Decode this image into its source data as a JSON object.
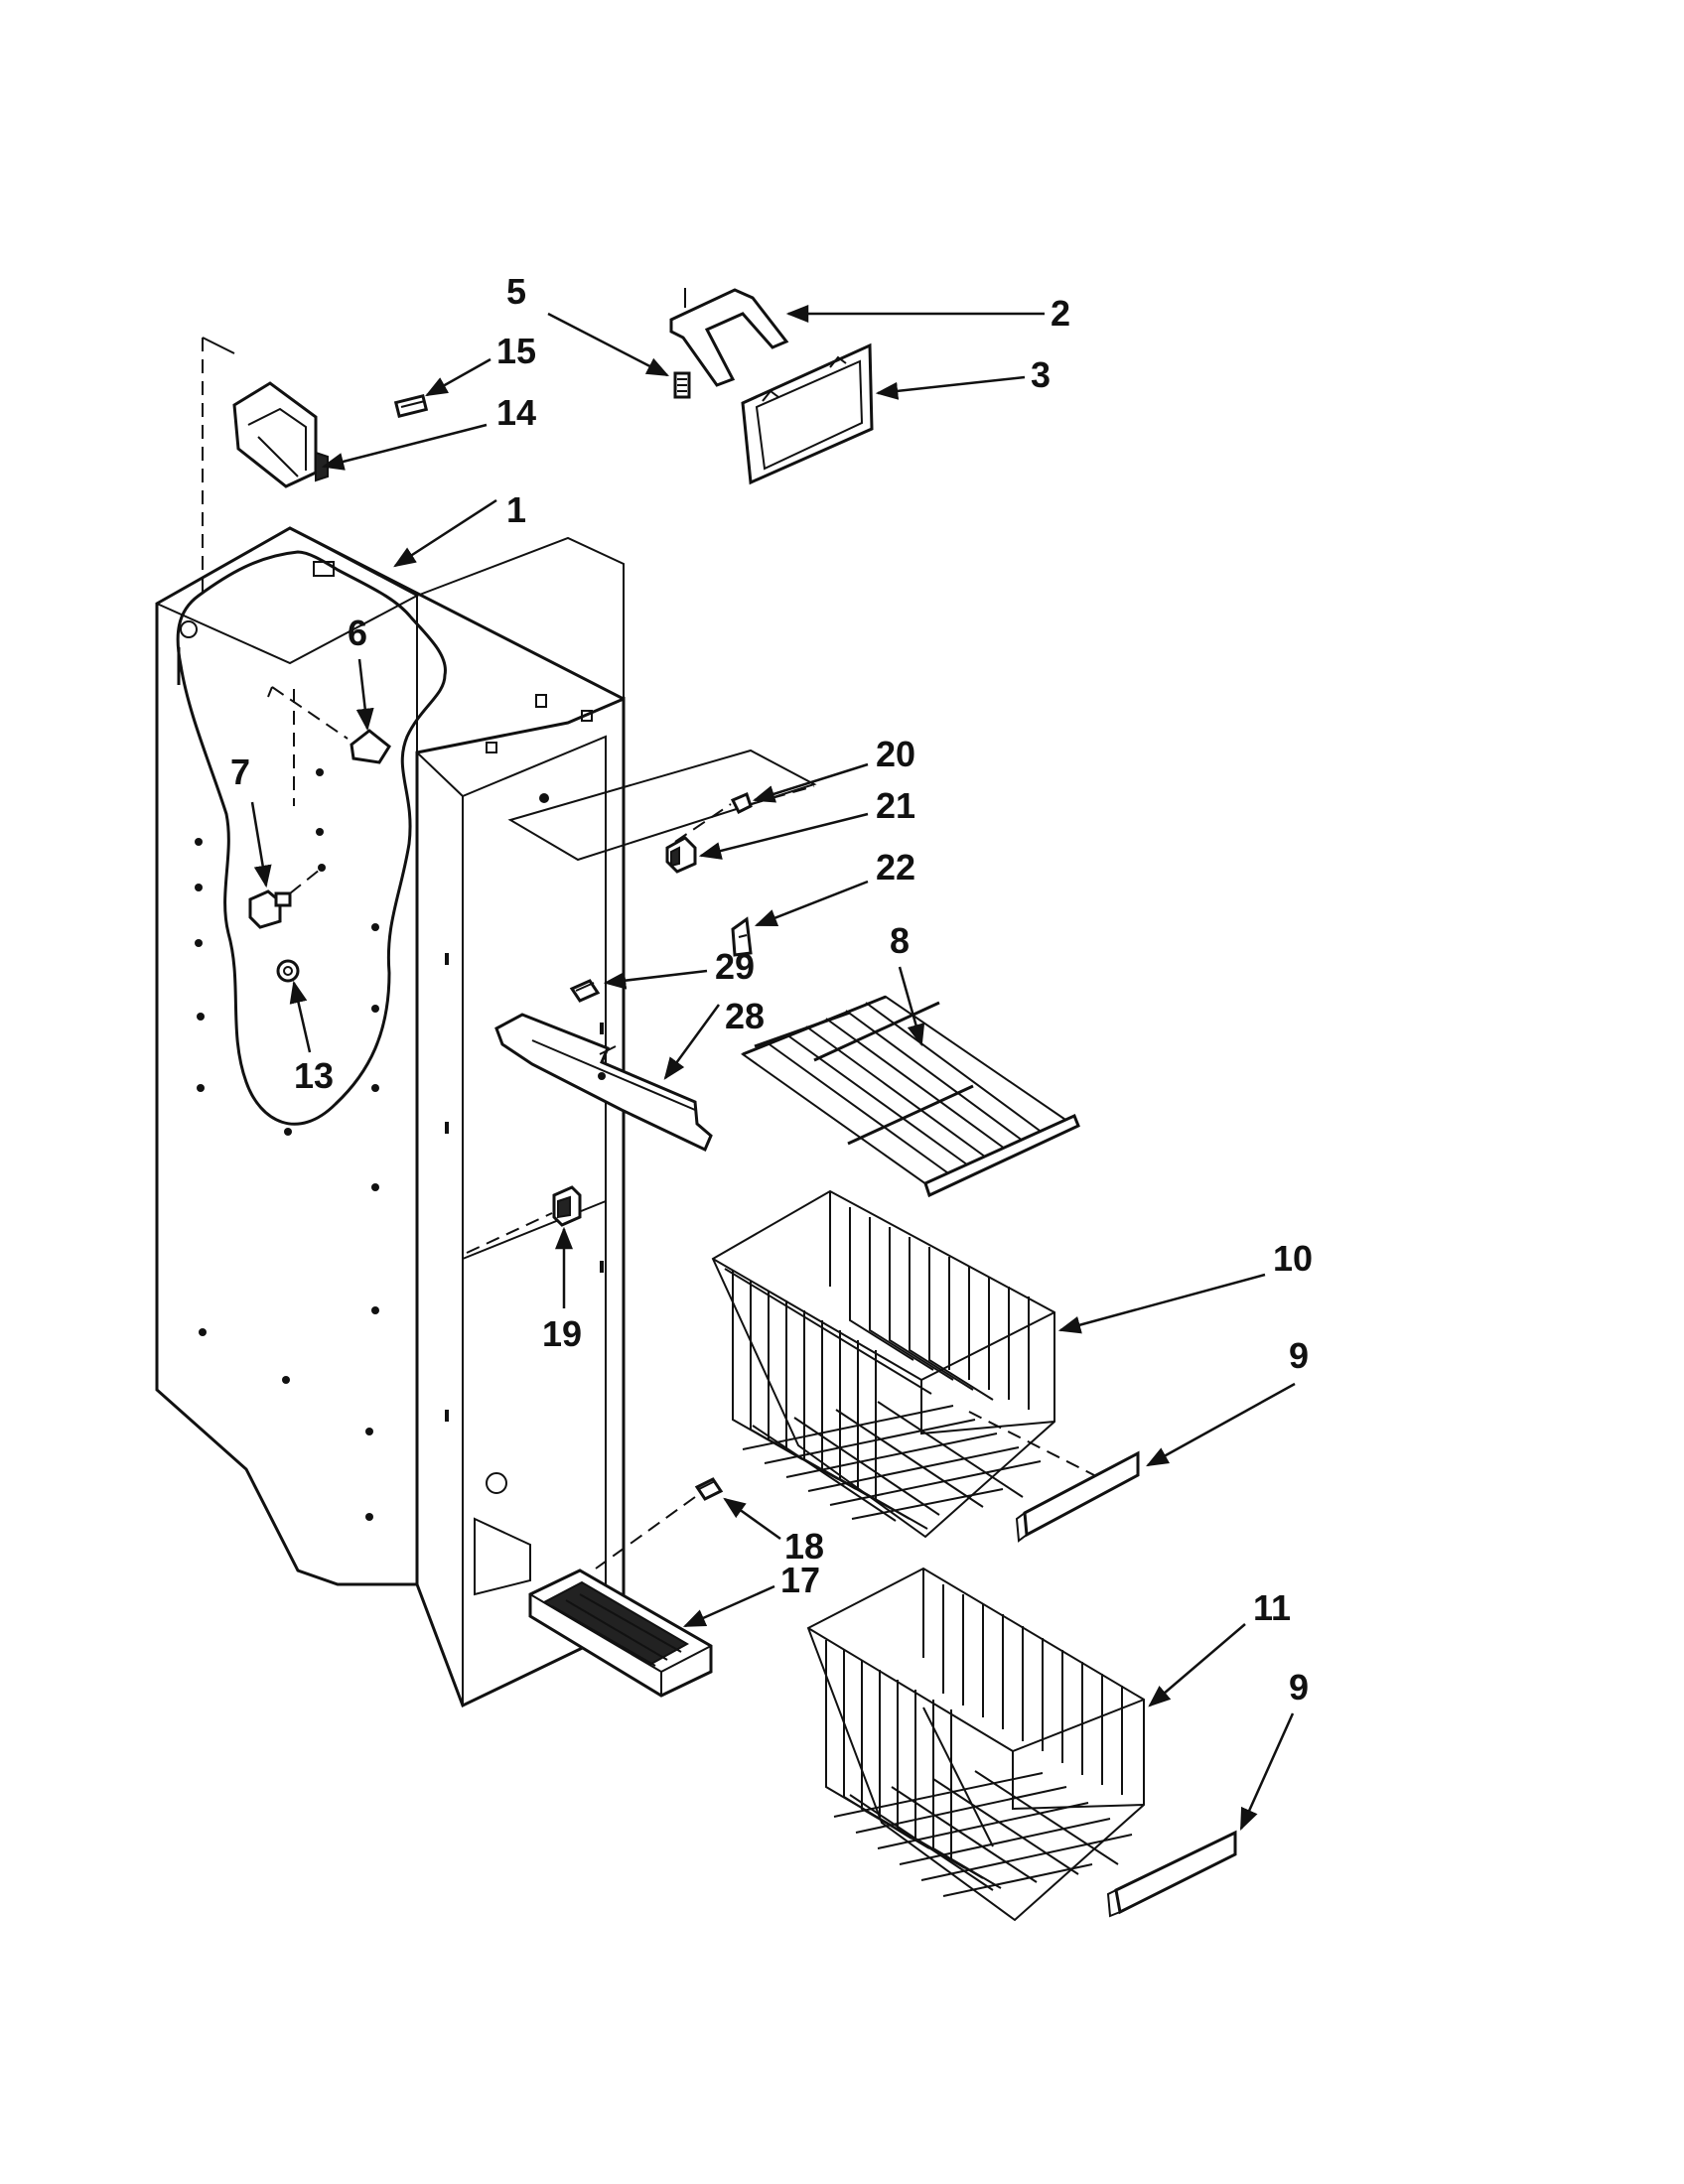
{
  "diagram": {
    "callouts": [
      {
        "id": "c1",
        "label": "1"
      },
      {
        "id": "c2",
        "label": "2"
      },
      {
        "id": "c3",
        "label": "3"
      },
      {
        "id": "c5",
        "label": "5"
      },
      {
        "id": "c6",
        "label": "6"
      },
      {
        "id": "c7",
        "label": "7"
      },
      {
        "id": "c8",
        "label": "8"
      },
      {
        "id": "c9a",
        "label": "9"
      },
      {
        "id": "c9b",
        "label": "9"
      },
      {
        "id": "c10",
        "label": "10"
      },
      {
        "id": "c11",
        "label": "11"
      },
      {
        "id": "c13",
        "label": "13"
      },
      {
        "id": "c14",
        "label": "14"
      },
      {
        "id": "c15",
        "label": "15"
      },
      {
        "id": "c17",
        "label": "17"
      },
      {
        "id": "c18",
        "label": "18"
      },
      {
        "id": "c19",
        "label": "19"
      },
      {
        "id": "c20",
        "label": "20"
      },
      {
        "id": "c21",
        "label": "21"
      },
      {
        "id": "c22",
        "label": "22"
      },
      {
        "id": "c28",
        "label": "28"
      },
      {
        "id": "c29",
        "label": "29"
      }
    ]
  }
}
